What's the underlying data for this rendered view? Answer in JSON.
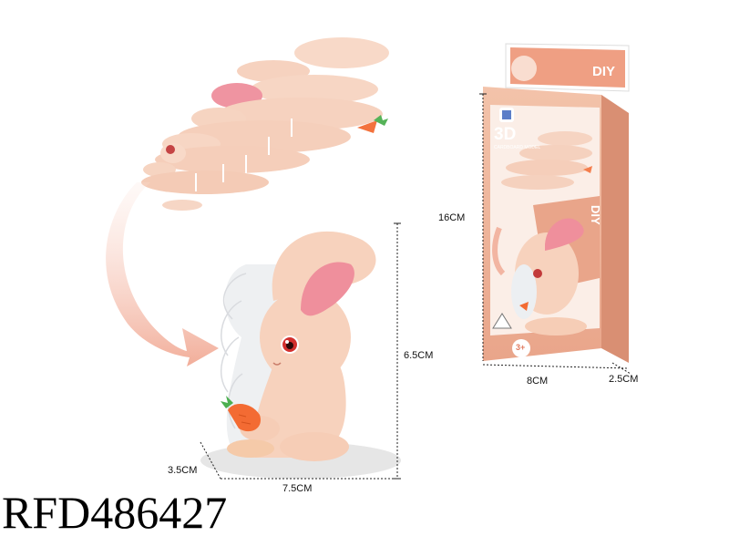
{
  "product": {
    "code": "RFD486427"
  },
  "dimensions": {
    "toy_height": "6.5CM",
    "toy_width": "7.5CM",
    "toy_depth": "3.5CM",
    "box_height": "16CM",
    "box_width": "8CM",
    "box_depth": "2.5CM"
  },
  "package": {
    "brand_tag": "DIY",
    "title_big": "3D",
    "title_small": "CARDBOARD MODEL",
    "side_text": "DIY",
    "age_badge": "3+",
    "animal_name": "RABBIT"
  },
  "colors": {
    "bunny": "#f7d2bd",
    "ear_inner": "#ef8f9c",
    "box": "#efb49a",
    "arrow": "#f4b9a8",
    "carrot": "#f36b33"
  }
}
